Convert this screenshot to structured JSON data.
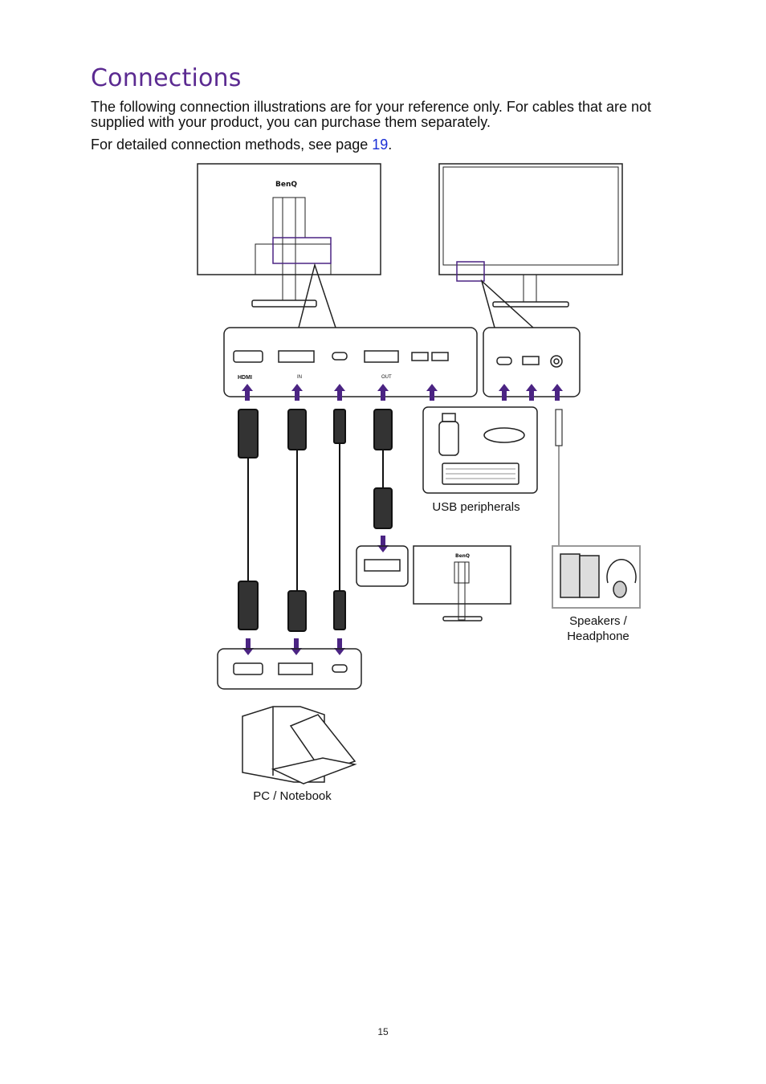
{
  "header": {
    "title": "Connections"
  },
  "intro": {
    "text1": "The following connection illustrations are for your reference only. For cables that are not supplied with your product, you can purchase them separately.",
    "text2_prefix": "For detailed connection methods, see page ",
    "text2_link": "19",
    "text2_suffix": "."
  },
  "diagram": {
    "brand_logo": "BenQ",
    "port_labels": [
      "HDMI",
      "IN",
      "OUT"
    ],
    "usb_label": "USB peripherals",
    "speakers_label_line1": "Speakers /",
    "speakers_label_line2": "Headphone",
    "pc_label": "PC / Notebook",
    "accent_color": "#4b2483"
  },
  "footer": {
    "page_number": "15"
  }
}
